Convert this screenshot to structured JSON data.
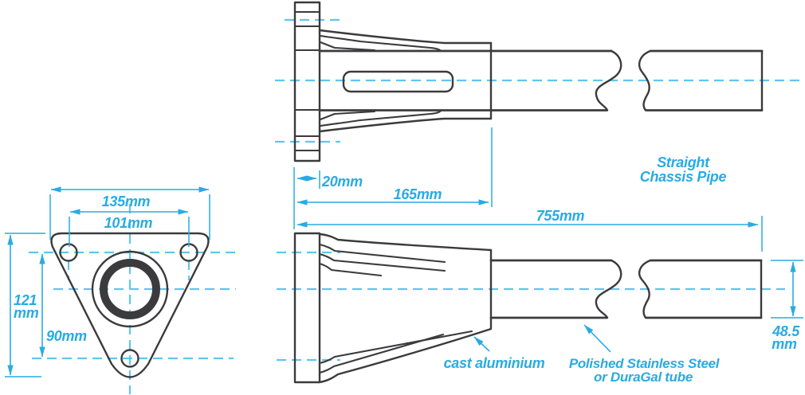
{
  "drawing": {
    "type": "engineering-diagram",
    "subject": "chassis pipe flange mount",
    "front_view": {
      "dims": {
        "flange_width": "135mm",
        "hole_spacing": "101mm",
        "flange_height_line1": "121",
        "flange_height_line2": "mm",
        "bottom_hole_offset": "90mm"
      }
    },
    "plan_view": {
      "dims": {
        "flange_thickness": "20mm",
        "casting_length": "165mm",
        "overall_length": "755mm"
      },
      "pipe_label_line1": "Straight",
      "pipe_label_line2": "Chassis Pipe"
    },
    "side_view": {
      "dims": {
        "tube_diameter_line1": "48.5",
        "tube_diameter_line2": "mm"
      },
      "casting_label": "cast aluminium",
      "tube_label_line1": "Polished Stainless Steel",
      "tube_label_line2": "or DuraGal tube"
    },
    "colors": {
      "dimension": "#29abe2",
      "centerline": "#5fc6ee",
      "outline": "#3b3b3d",
      "background": "#ffffff"
    }
  }
}
